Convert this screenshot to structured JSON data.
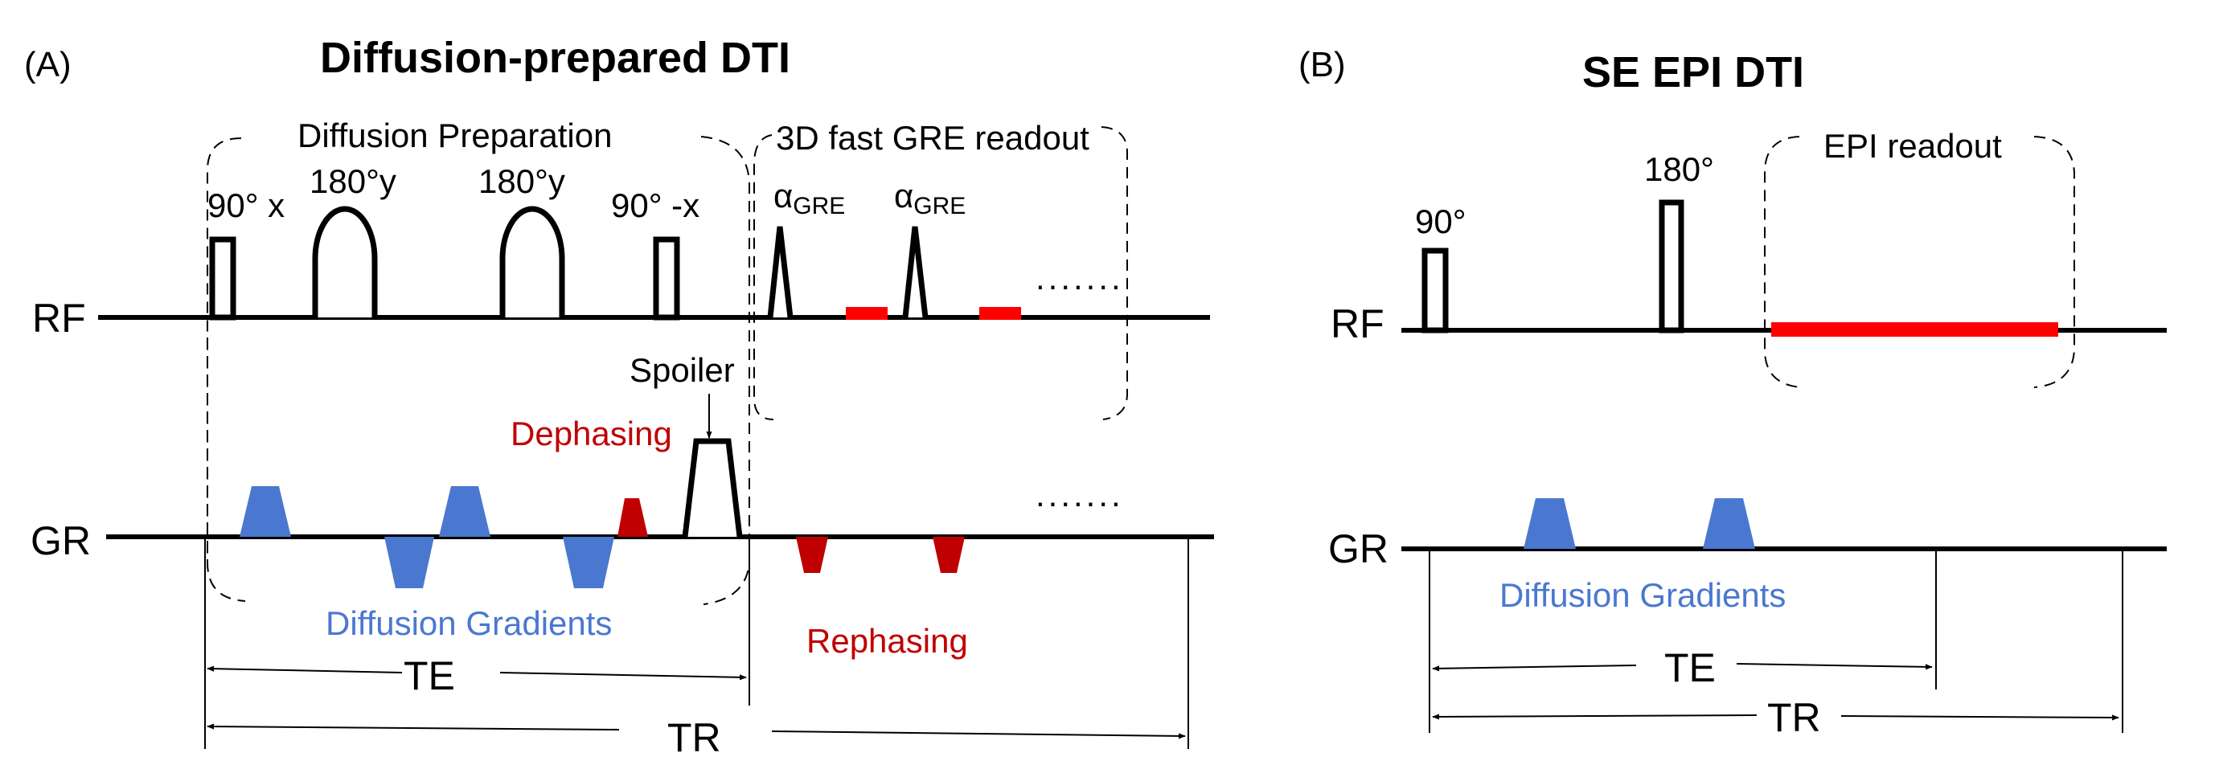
{
  "colors": {
    "diffusion": "#4a78d0",
    "gradient_dark_red": "#c00000",
    "readout_red": "#ff0000"
  },
  "panel_a": {
    "label": "(A)",
    "title": "Diffusion-prepared DTI",
    "prep_label": "Diffusion Preparation",
    "readout_label": "3D fast GRE readout",
    "pulse_90x": "90° x",
    "pulse_180y_1": "180°y",
    "pulse_180y_2": "180°y",
    "pulse_90mx": "90° -x",
    "alpha": "α",
    "alpha_sub": "GRE",
    "rf_axis": "RF",
    "gr_axis": "GR",
    "ellipsis": ".......",
    "spoiler": "Spoiler",
    "dephasing": "Dephasing",
    "diffusion_gradients": "Diffusion Gradients",
    "rephasing": "Rephasing",
    "te": "TE",
    "tr": "TR"
  },
  "panel_b": {
    "label": "(B)",
    "title": "SE EPI DTI",
    "readout_label": "EPI readout",
    "pulse_90": "90°",
    "pulse_180": "180°",
    "rf_axis": "RF",
    "gr_axis": "GR",
    "diffusion_gradients": "Diffusion Gradients",
    "te": "TE",
    "tr": "TR"
  }
}
